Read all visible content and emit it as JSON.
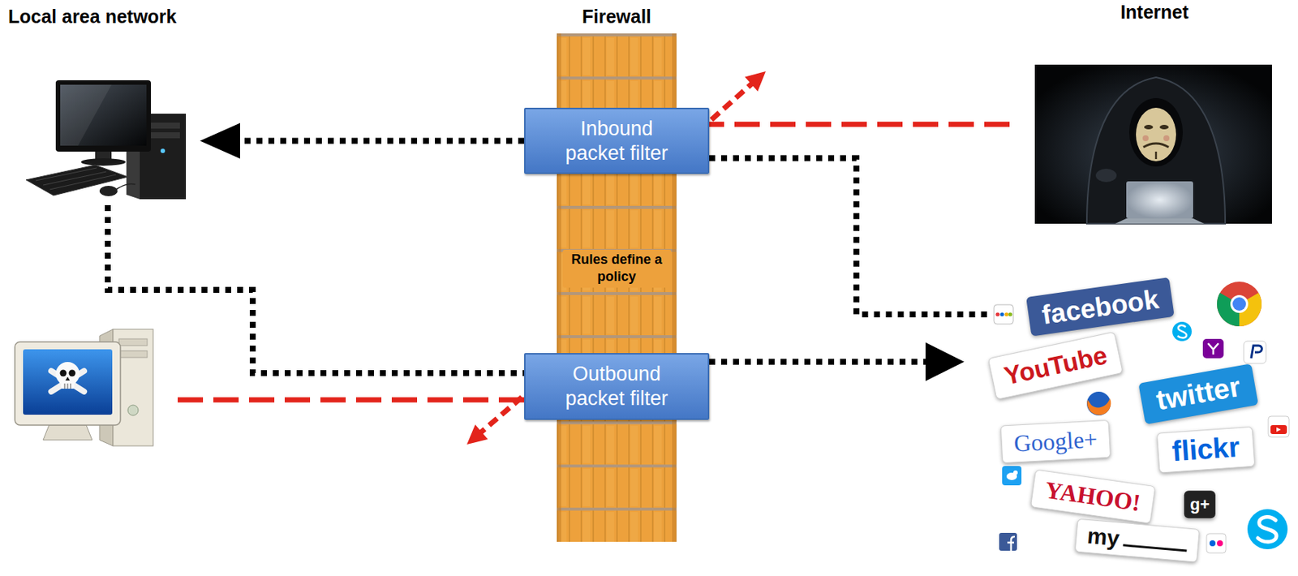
{
  "diagram": {
    "nodes": [
      {
        "text": [
          "Firewall",
          "Rules define a policy"
        ]
      },
      {
        "text": [
          "Inbound packet filter"
        ],
        "in": 0
      },
      {
        "text": [
          "Outbound packet filter"
        ],
        "in": 0
      }
    ],
    "labels": [
      "Local area network",
      "Internet",
      "facebook",
      "YouTube",
      "twitter",
      "Google+",
      "flickr",
      "YAHOO!",
      "my",
      "g+"
    ]
  }
}
